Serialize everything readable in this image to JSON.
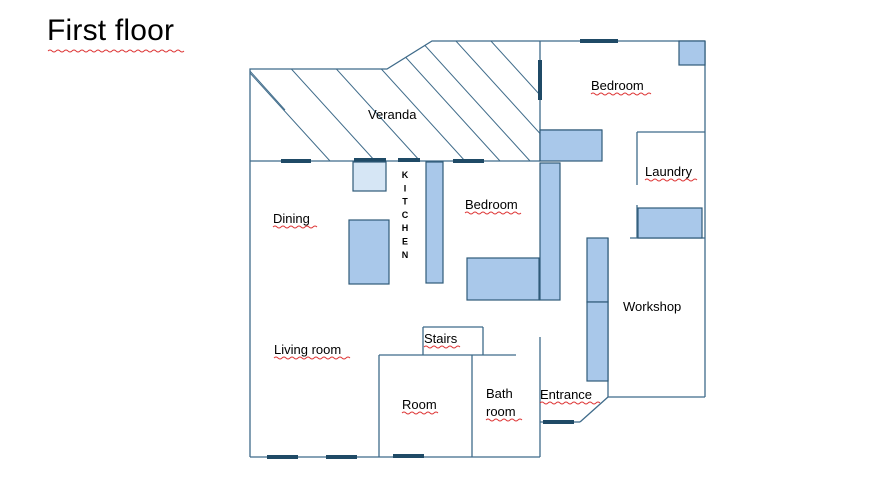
{
  "title": "First floor",
  "rooms": {
    "veranda": "Veranda",
    "bedroom_top": "Bedroom",
    "laundry": "Laundry",
    "dining": "Dining",
    "kitchen": "KITCHEN",
    "bedroom_mid": "Bedroom",
    "workshop": "Workshop",
    "living_room": "Living room",
    "stairs": "Stairs",
    "room": "Room",
    "bath_line1": "Bath",
    "bath_line2": "room",
    "entrance": "Entrance"
  },
  "colors": {
    "wall": "#3f6b8a",
    "furniture": "#a9c8ea",
    "window": "#1f4a66"
  }
}
